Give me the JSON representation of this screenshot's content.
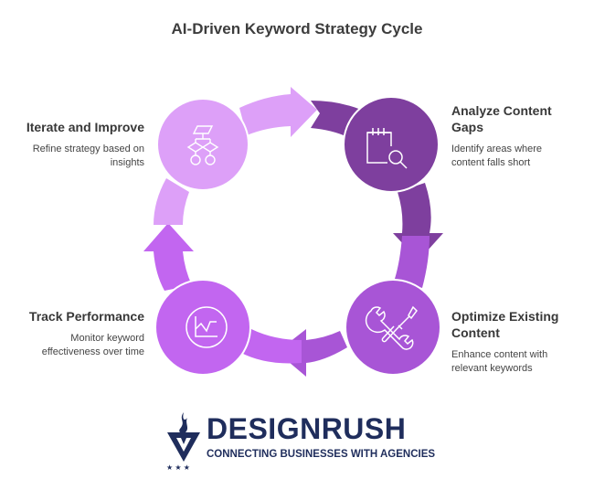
{
  "title": "AI-Driven Keyword Strategy Cycle",
  "steps": [
    {
      "id": "iterate",
      "title": "Iterate and Improve",
      "description_lines": [
        "Refine strategy based on",
        "insights"
      ],
      "icon": "flowchart-icon",
      "color": "#DDA0F8"
    },
    {
      "id": "analyze",
      "title_lines": [
        "Analyze Content",
        "Gaps"
      ],
      "description_lines": [
        "Identify areas where",
        "content falls short"
      ],
      "icon": "calendar-search-icon",
      "color": "#7E3F9E"
    },
    {
      "id": "optimize",
      "title_lines": [
        "Optimize Existing",
        "Content"
      ],
      "description_lines": [
        "Enhance content with",
        "relevant keywords"
      ],
      "icon": "wrench-screwdriver-icon",
      "color": "#A855D6"
    },
    {
      "id": "track",
      "title": "Track Performance",
      "description_lines": [
        "Monitor keyword",
        "effectiveness over time"
      ],
      "icon": "line-chart-icon",
      "color": "#C266F0"
    }
  ],
  "logo": {
    "wordmark": "DESIGNRUSH",
    "tagline": "CONNECTING BUSINESSES WITH AGENCIES",
    "stars": "★ ★ ★",
    "color": "#1F2D5C"
  }
}
